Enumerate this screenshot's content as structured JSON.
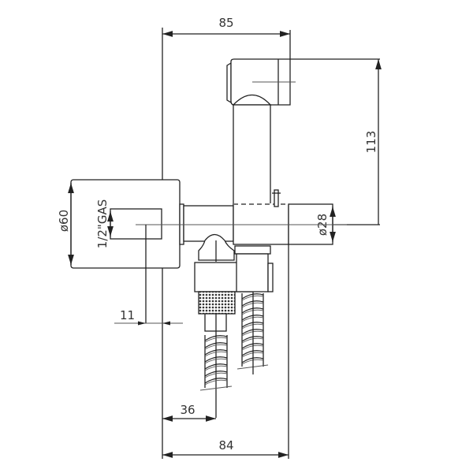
{
  "drawing": {
    "dimensions": {
      "overall_width_top": "85",
      "head_height": "113",
      "flange_diameter": "ø60",
      "thread": "1/2\"GAS",
      "body_diameter": "ø28",
      "flange_offset": "11",
      "hose_offset": "36",
      "overall_width_bottom": "84"
    }
  }
}
